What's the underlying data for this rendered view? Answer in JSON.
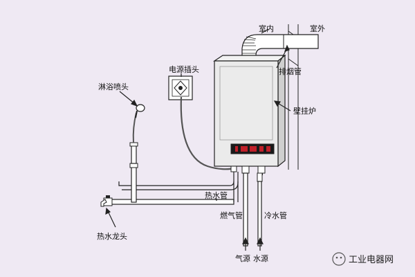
{
  "labels": {
    "indoor": "室内",
    "outdoor": "室外",
    "flue_pipe": "排烟管",
    "power_socket": "电源插头",
    "wall_boiler": "壁挂炉",
    "shower_head": "淋浴喷头",
    "hot_water_pipe": "热水管",
    "gas_pipe": "燃气管",
    "cold_water_pipe": "冷水管",
    "hot_water_tap": "热水龙头",
    "gas_source": "气源",
    "water_source": "水源"
  },
  "watermark": "工业电器网",
  "colors": {
    "background": "#efe9f3",
    "line": "#222222",
    "display": "#c0202a",
    "pipe_fill": "#ffffff"
  }
}
